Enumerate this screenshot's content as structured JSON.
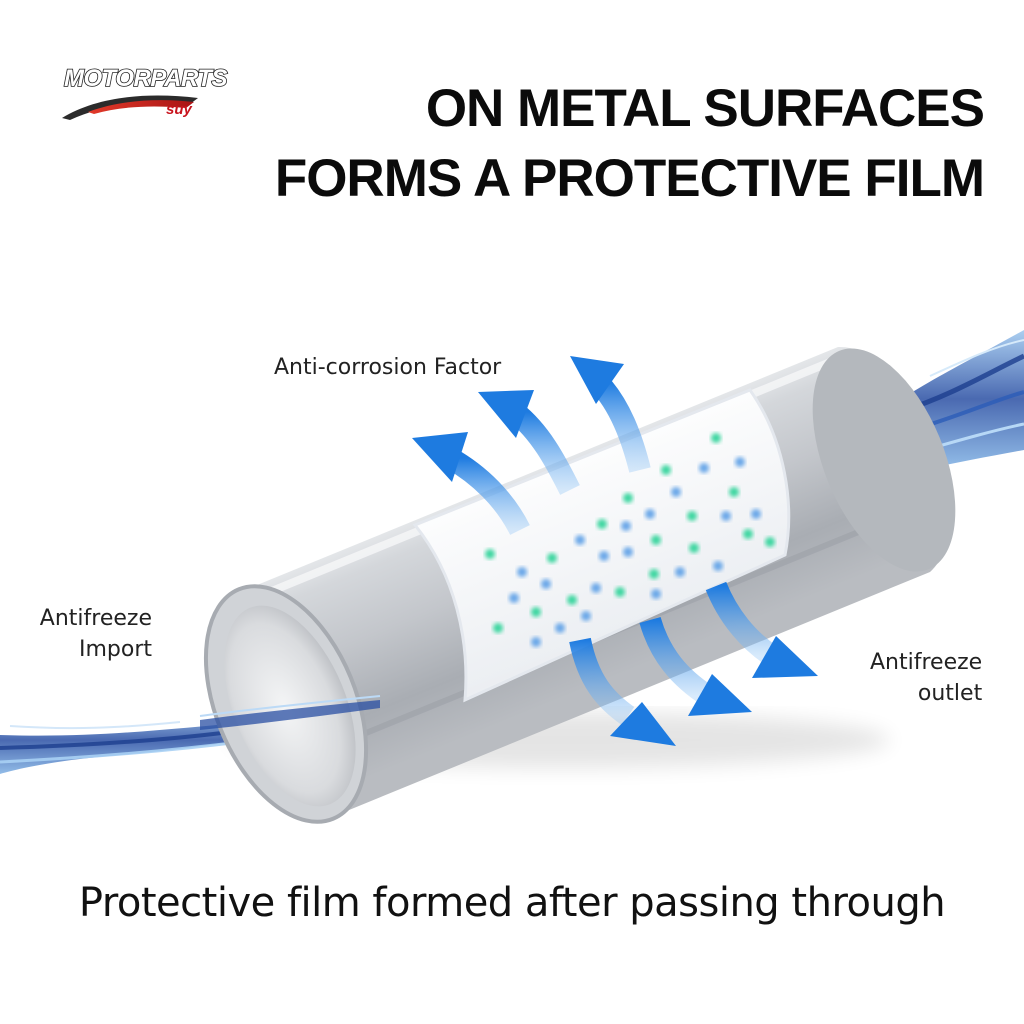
{
  "brand": {
    "name": "MOTORPARTS",
    "sub": "suy"
  },
  "title": {
    "line1": "ON METAL SURFACES",
    "line2": "FORMS A PROTECTIVE FILM"
  },
  "labels": {
    "factor": "Anti-corrosion Factor",
    "import_line1": "Antifreeze",
    "import_line2": "Import",
    "outlet_line1": "Antifreeze",
    "outlet_line2": "outlet"
  },
  "caption": "Protective film formed after passing through",
  "colors": {
    "arrow_blue": "#1e7be0",
    "dot_green": "#3ed6a0",
    "dot_blue": "#6aa7e8",
    "pipe_gray": "#c9ccd0",
    "water_blue": "#2a4fa3"
  },
  "icons": {
    "arrows": "curved-arrow-icon",
    "particles": "particle-dot-icon"
  }
}
